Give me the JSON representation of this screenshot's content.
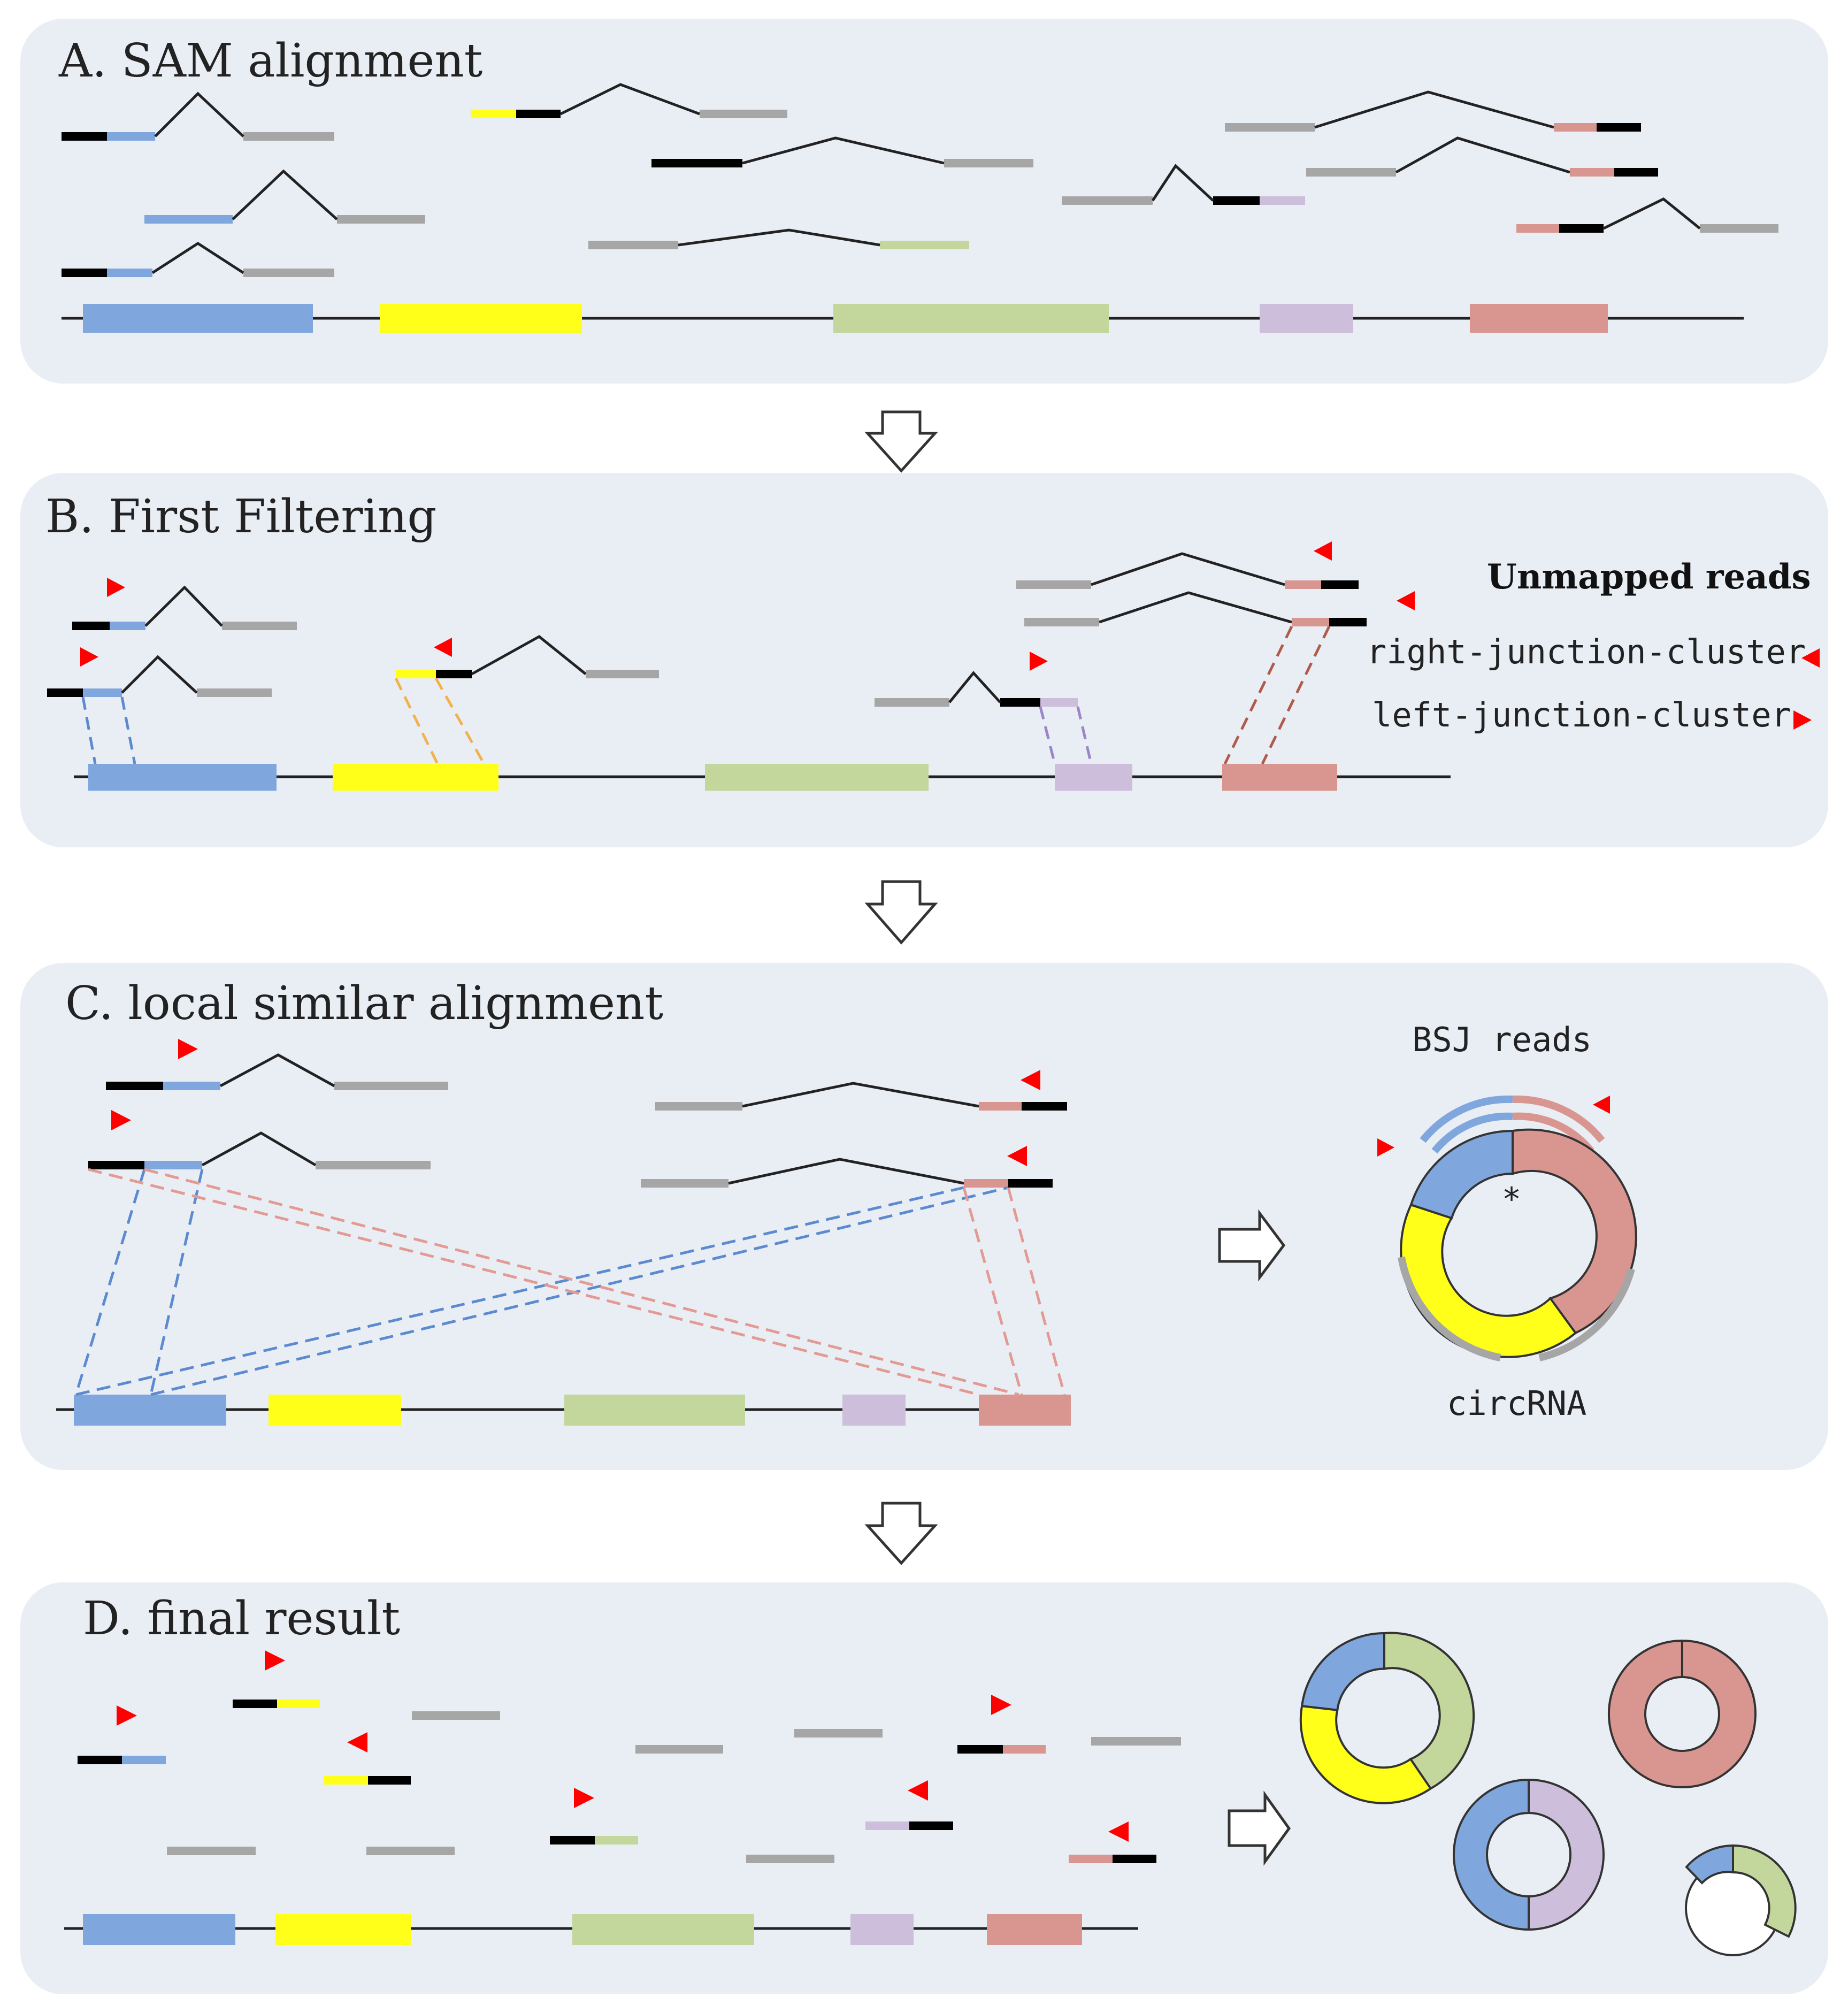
{
  "colors": {
    "panel_bg": "#E9EDF4",
    "blue": "#7FA7DE",
    "yellow": "#FFFF1A",
    "green": "#C3D69B",
    "lilac": "#CDBEDB",
    "salmon": "#D99690",
    "gray": "#A6A6A6",
    "black": "#000000",
    "red": "#FF0000",
    "line": "#222222",
    "orange_dash": "#F2B24A",
    "purple_dash": "#9A85C8",
    "brown_dash": "#B05A4A"
  },
  "panels": {
    "a": {
      "title": "A. SAM alignment"
    },
    "b": {
      "title": "B. First Filtering"
    },
    "c": {
      "title": "C. local similar alignment"
    },
    "d": {
      "title": "D. final result"
    }
  },
  "legend": {
    "title": "Unmapped reads",
    "right_cluster": "right-junction-cluster",
    "left_cluster": "left-junction-cluster"
  },
  "circ_labels": {
    "bsj_reads": "BSJ reads",
    "circrna": "circRNA",
    "star": "*"
  }
}
